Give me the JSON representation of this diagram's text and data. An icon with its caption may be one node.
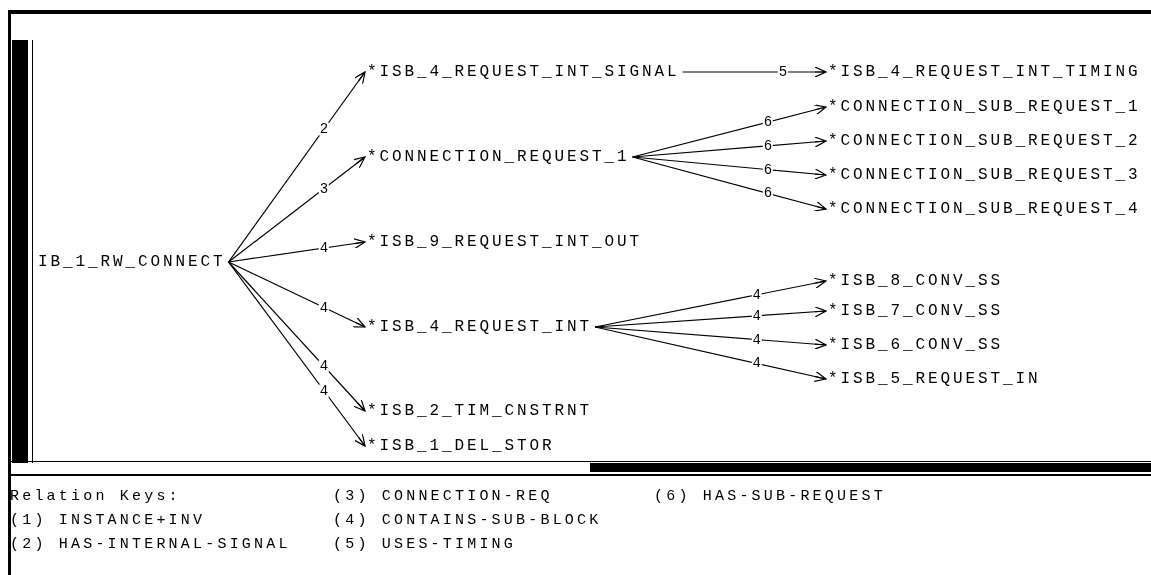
{
  "diagram": {
    "nodes": [
      {
        "text": [
          "IB_1_RW_CONNECT"
        ]
      },
      {
        "text": [
          "*ISB_4_REQUEST_INT_SIGNAL"
        ]
      },
      {
        "text": [
          "*ISB_4_REQUEST_INT_TIMING"
        ]
      },
      {
        "text": [
          "*CONNECTION_REQUEST_1"
        ]
      },
      {
        "text": [
          "*CONNECTION_SUB_REQUEST_1"
        ]
      },
      {
        "text": [
          "*CONNECTION_SUB_REQUEST_2"
        ]
      },
      {
        "text": [
          "*CONNECTION_SUB_REQUEST_3"
        ]
      },
      {
        "text": [
          "*CONNECTION_SUB_REQUEST_4"
        ]
      },
      {
        "text": [
          "*ISB_9_REQUEST_INT_OUT"
        ]
      },
      {
        "text": [
          "*ISB_4_REQUEST_INT"
        ]
      },
      {
        "text": [
          "*ISB_8_CONV_SS"
        ]
      },
      {
        "text": [
          "*ISB_7_CONV_SS"
        ]
      },
      {
        "text": [
          "*ISB_6_CONV_SS"
        ]
      },
      {
        "text": [
          "*ISB_5_REQUEST_IN"
        ]
      },
      {
        "text": [
          "*ISB_2_TIM_CNSTRNT"
        ]
      },
      {
        "text": [
          "*ISB_1_DEL_STOR"
        ]
      }
    ],
    "edges": [
      {
        "from": 0,
        "to": 1,
        "arrow": "to",
        "label": "2"
      },
      {
        "from": 0,
        "to": 3,
        "arrow": "to",
        "label": "3"
      },
      {
        "from": 0,
        "to": 8,
        "arrow": "to",
        "label": "4"
      },
      {
        "from": 0,
        "to": 9,
        "arrow": "to",
        "label": "4"
      },
      {
        "from": 0,
        "to": 14,
        "arrow": "to",
        "label": "4"
      },
      {
        "from": 0,
        "to": 15,
        "arrow": "to",
        "label": "4"
      },
      {
        "from": 1,
        "to": 2,
        "arrow": "to",
        "label": "5"
      },
      {
        "from": 3,
        "to": 4,
        "arrow": "to",
        "label": "6"
      },
      {
        "from": 3,
        "to": 5,
        "arrow": "to",
        "label": "6"
      },
      {
        "from": 3,
        "to": 6,
        "arrow": "to",
        "label": "6"
      },
      {
        "from": 3,
        "to": 7,
        "arrow": "to",
        "label": "6"
      },
      {
        "from": 9,
        "to": 10,
        "arrow": "to",
        "label": "4"
      },
      {
        "from": 9,
        "to": 11,
        "arrow": "to",
        "label": "4"
      },
      {
        "from": 9,
        "to": 12,
        "arrow": "to",
        "label": "4"
      },
      {
        "from": 9,
        "to": 13,
        "arrow": "to",
        "label": "4"
      }
    ],
    "labels": [
      "Relation Keys:",
      "(3) CONNECTION-REQ",
      "(6) HAS-SUB-REQUEST",
      "(1) INSTANCE+INV",
      "(4) CONTAINS-SUB-BLOCK",
      "(2) HAS-INTERNAL-SIGNAL",
      "(5) USES-TIMING"
    ]
  }
}
